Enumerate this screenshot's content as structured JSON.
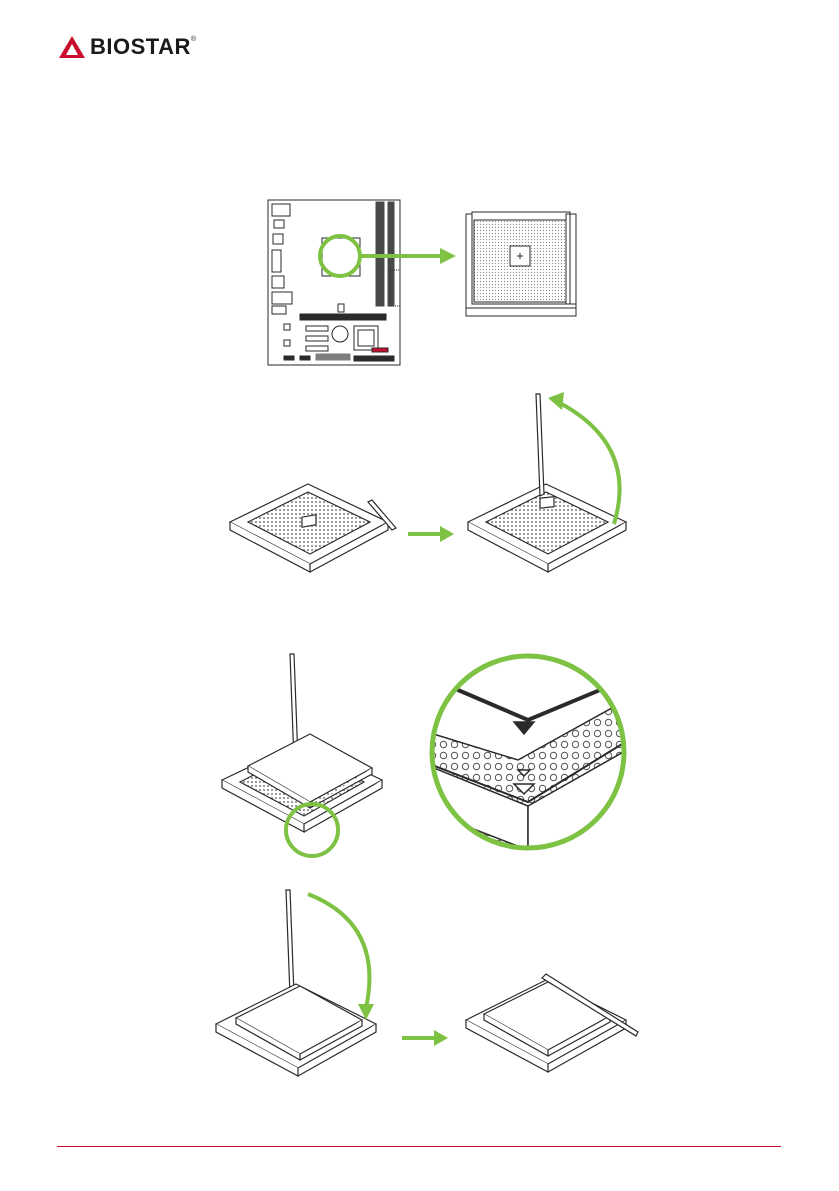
{
  "brand": {
    "logo_text": "BIOSTAR",
    "registered_mark": "®",
    "accent_color": "#c8102e"
  },
  "colors": {
    "arrow_green": "#7dc242",
    "line_dark": "#2a2a2a",
    "footer_rule": "#c8102e"
  },
  "figures": [
    {
      "id": "board-to-socket",
      "icon": "motherboard-socket-locate"
    },
    {
      "id": "lift-lever",
      "icon": "socket-lever-raise"
    },
    {
      "id": "align-triangle",
      "icon": "cpu-pin1-alignment"
    },
    {
      "id": "lower-lever",
      "icon": "socket-lever-lower"
    }
  ]
}
